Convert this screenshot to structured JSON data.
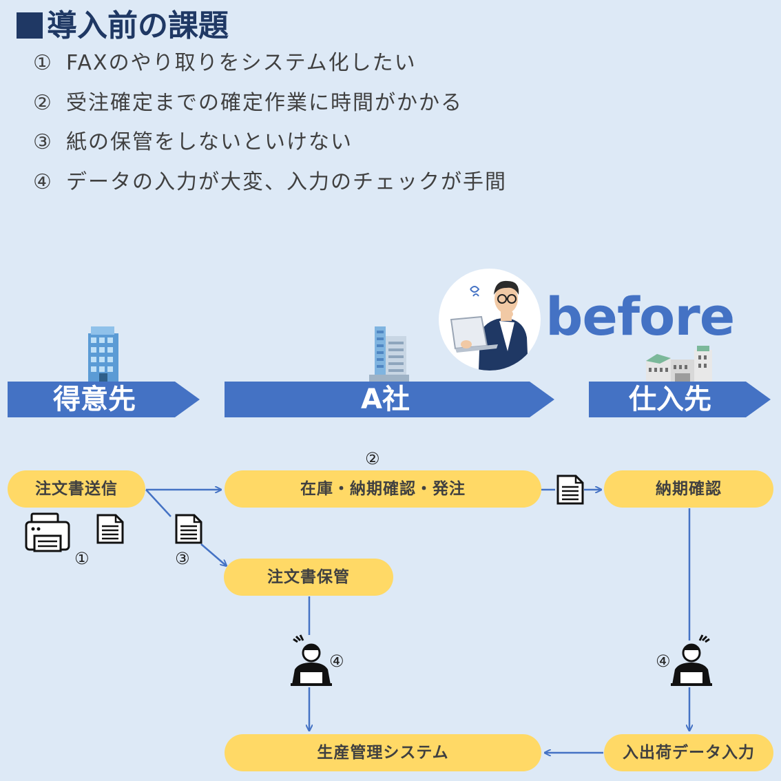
{
  "title": "導入前の課題",
  "issues": [
    {
      "num": "①",
      "text": "FAXのやり取りをシステム化したい"
    },
    {
      "num": "②",
      "text": "受注確定までの確定作業に時間がかかる"
    },
    {
      "num": "③",
      "text": "紙の保管をしないといけない"
    },
    {
      "num": "④",
      "text": "データの入力が大変、入力のチェックが手間"
    }
  ],
  "badge": "before",
  "lanes": [
    "得意先",
    "A社",
    "仕入先"
  ],
  "steps": {
    "send_order": "注文書送信",
    "stock_check": "在庫・納期確認・発注",
    "delivery_confirm": "納期確認",
    "store_order": "注文書保管",
    "production_system": "生産管理システム",
    "inout_entry": "入出荷データ入力"
  },
  "markers": {
    "fax": "①",
    "stock": "②",
    "paper": "③",
    "entry_left": "④",
    "entry_right": "④"
  },
  "colors": {
    "navy": "#1f3864",
    "accent": "#4472c4",
    "pill": "#ffd966",
    "background": "#dde9f6"
  },
  "icons": [
    "square-icon",
    "fax-machine-icon",
    "document-icon",
    "stressed-worker-icon",
    "building-icon",
    "factory-icon",
    "thinking-man-icon"
  ]
}
